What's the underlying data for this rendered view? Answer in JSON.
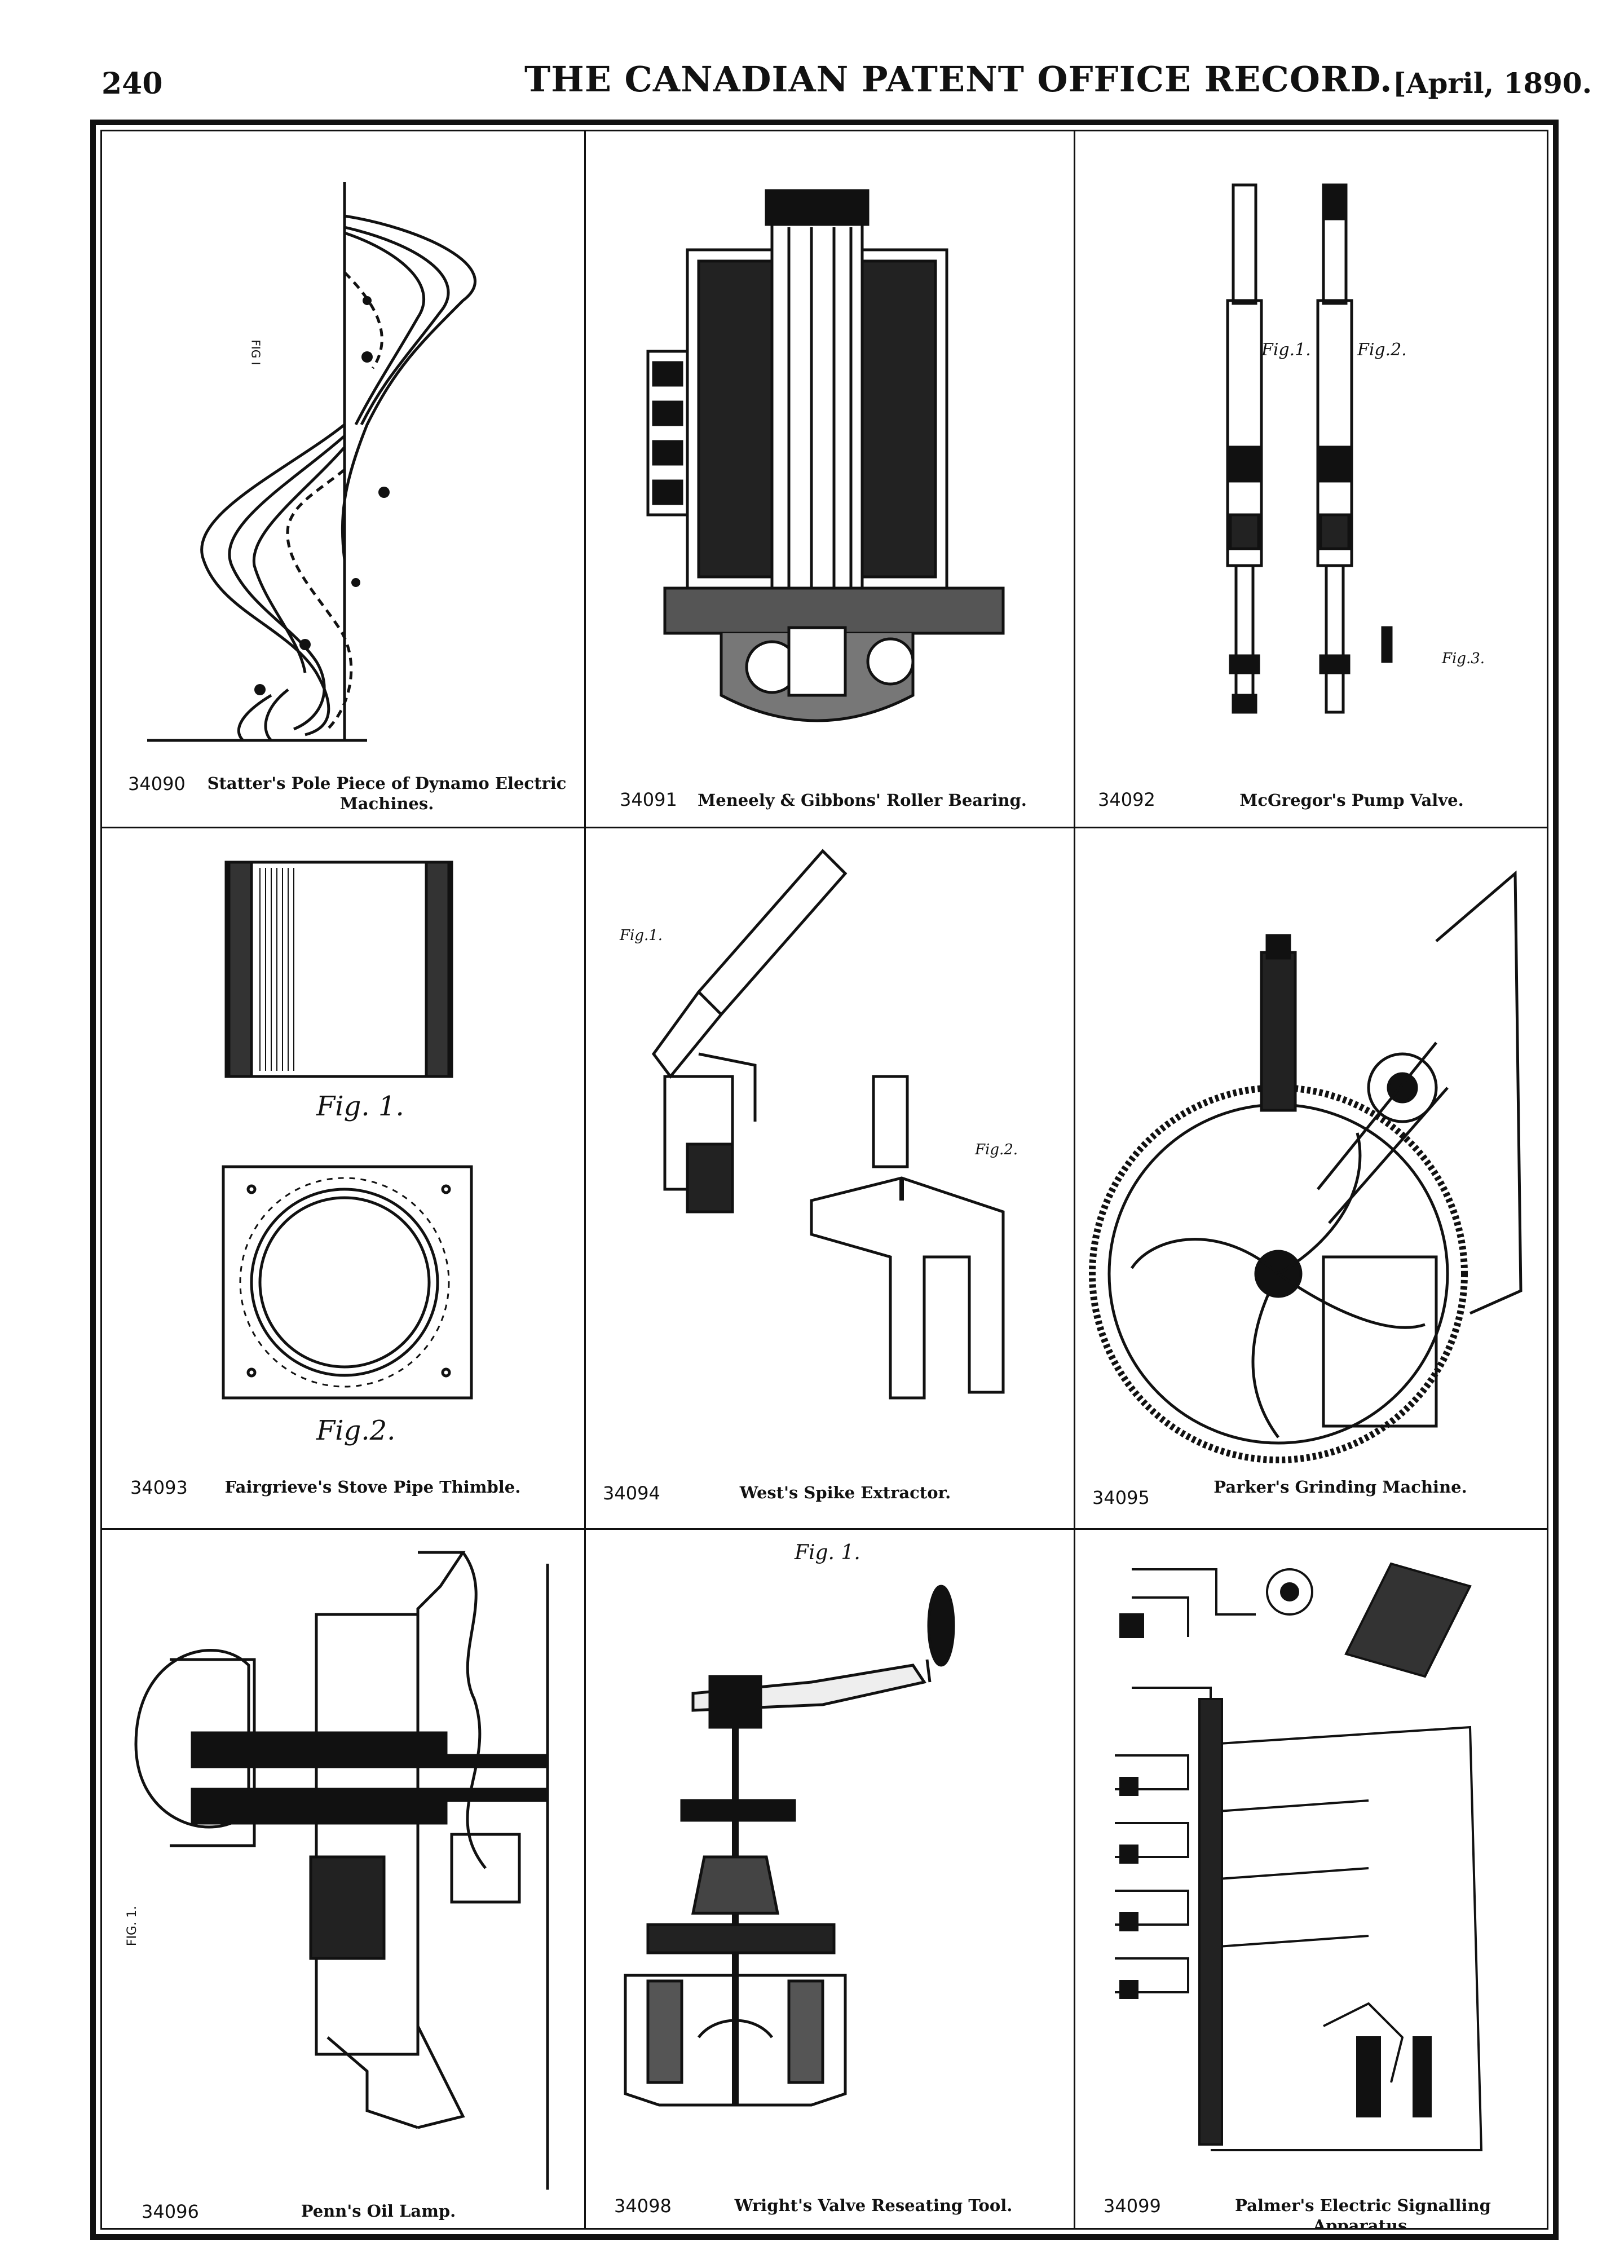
{
  "header": {
    "page_number": "240",
    "title": "THE CANADIAN PATENT OFFICE RECORD.",
    "date": "[April, 1890."
  },
  "patents": [
    {
      "number": "34090",
      "title": "Statter's Pole Piece of Dynamo Electric Machines."
    },
    {
      "number": "34091",
      "title": "Meneely & Gibbons' Roller Bearing."
    },
    {
      "number": "34092",
      "title": "McGregor's Pump Valve."
    },
    {
      "number": "34093",
      "title": "Fairgrieve's Stove Pipe Thimble."
    },
    {
      "number": "34094",
      "title": "West's Spike Extractor."
    },
    {
      "number": "34095",
      "title": "Parker's Grinding Machine."
    },
    {
      "number": "34096",
      "title": "Penn's Oil Lamp."
    },
    {
      "number": "34098",
      "title": "Wright's Valve Reseating Tool."
    },
    {
      "number": "34099",
      "title": "Palmer's Electric Signalling Apparatus."
    }
  ],
  "figure_labels": {
    "c1": "FIG I",
    "c3_fig1": "Fig.1.",
    "c3_fig2": "Fig.2.",
    "c3_fig3": "Fig.3.",
    "c4_fig1": "Fig. 1.",
    "c4_fig2": "Fig.2.",
    "c5_fig1": "Fig.1.",
    "c5_fig2": "Fig.2.",
    "c7": "FIG. 1.",
    "c8": "Fig. 1."
  }
}
